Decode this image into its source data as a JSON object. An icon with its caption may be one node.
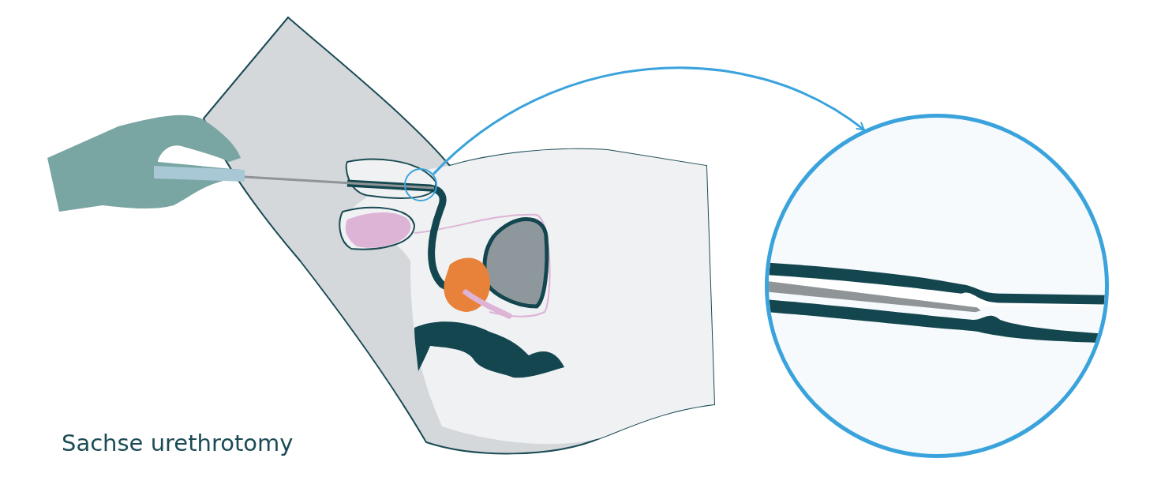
{
  "diagram": {
    "caption": "Sachse urethrotomy",
    "nodes": [
      {
        "text": [],
        "shape": "circle"
      },
      {
        "text": [],
        "shape": "circle"
      }
    ],
    "edges": [
      {
        "from": 0,
        "to": 1,
        "arrow": "to"
      }
    ]
  }
}
